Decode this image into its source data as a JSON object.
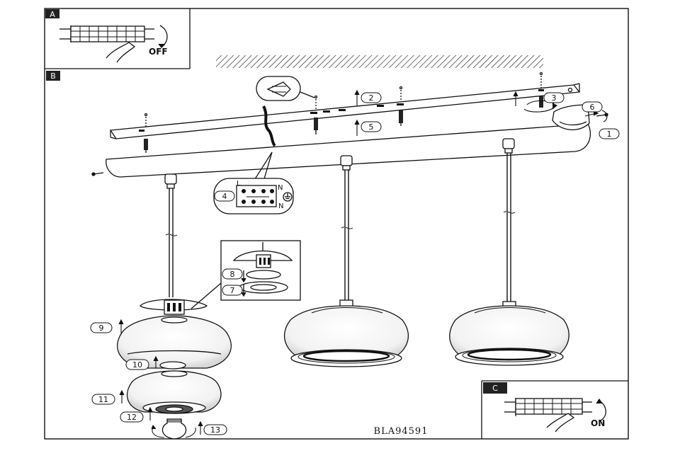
{
  "panels": {
    "a": {
      "badge": "A",
      "state_label": "OFF"
    },
    "b": {
      "badge": "B"
    },
    "c": {
      "badge": "C",
      "state_label": "ON"
    }
  },
  "steps": [
    "1",
    "2",
    "3",
    "4",
    "5",
    "6",
    "7",
    "8",
    "9",
    "10",
    "11",
    "12",
    "13"
  ],
  "terminal_labels": {
    "left_top": "L",
    "right_top": "N",
    "right_bottom": "N"
  },
  "model_code": "BLA94591"
}
